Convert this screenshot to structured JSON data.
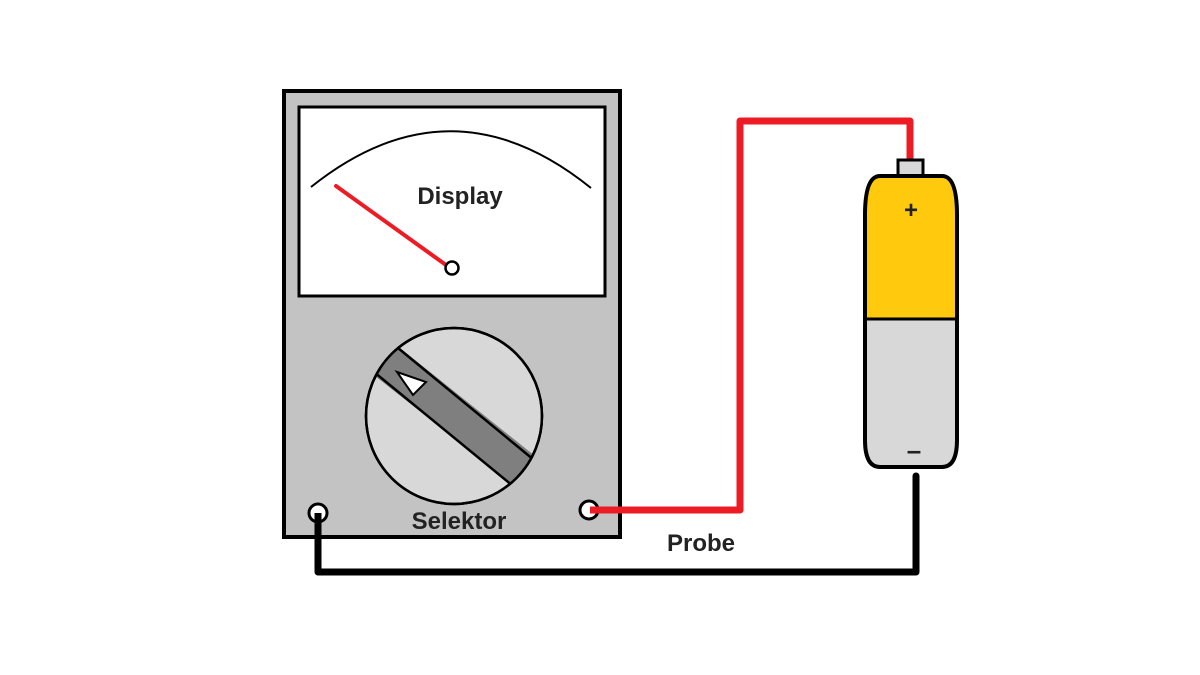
{
  "diagram": {
    "title": "Multimeter measuring a battery",
    "labels": {
      "display": "Display",
      "selector": "Selektor",
      "probe": "Probe",
      "battery_plus": "+",
      "battery_minus": "–"
    },
    "colors": {
      "case": "#c3c3c3",
      "outline": "#000000",
      "screen": "#ffffff",
      "needle": "#ed1c24",
      "dial": "#d8d8d8",
      "dial_bar": "#7f7f7f",
      "battery_top": "#ffc90e",
      "battery_bottom": "#d8d8d8",
      "wire_positive": "#ed1c24",
      "wire_negative": "#000000"
    },
    "components": [
      {
        "id": "multimeter",
        "parts": [
          "display",
          "needle",
          "selector-dial",
          "com-terminal",
          "v-terminal"
        ]
      },
      {
        "id": "battery",
        "parts": [
          "positive-terminal",
          "negative-terminal"
        ]
      },
      {
        "id": "red-wire",
        "from": "v-terminal",
        "to": "positive-terminal"
      },
      {
        "id": "black-wire",
        "from": "com-terminal",
        "to": "negative-terminal"
      }
    ]
  }
}
